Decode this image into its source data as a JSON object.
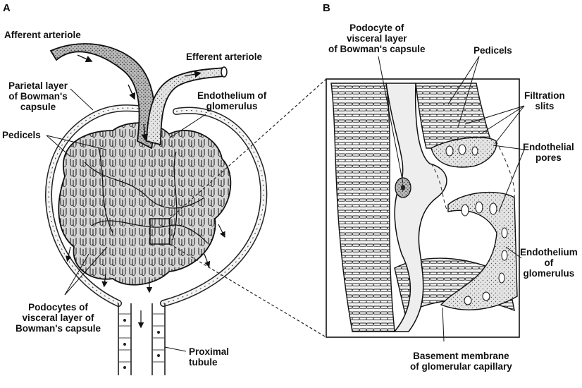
{
  "panels": {
    "a": "A",
    "b": "B"
  },
  "labels_a": {
    "afferent": "Afferent arteriole",
    "efferent": "Efferent arteriole",
    "parietal": "Parietal layer\nof Bowman's\ncapsule",
    "pedicels": "Pedicels",
    "endothelium": "Endothelium of\nglomerulus",
    "podocytes": "Podocytes of\nvisceral layer of\nBowman's capsule",
    "proximal": "Proximal\ntubule"
  },
  "labels_b": {
    "podocyte": "Podocyte of\nvisceral layer\nof Bowman's capsule",
    "pedicels": "Pedicels",
    "filtration": "Filtration\nslits",
    "pores": "Endothelial\npores",
    "endothelium": "Endothelium\nof\nglomerulus",
    "basement": "Basement membrane\nof glomerular capillary"
  }
}
